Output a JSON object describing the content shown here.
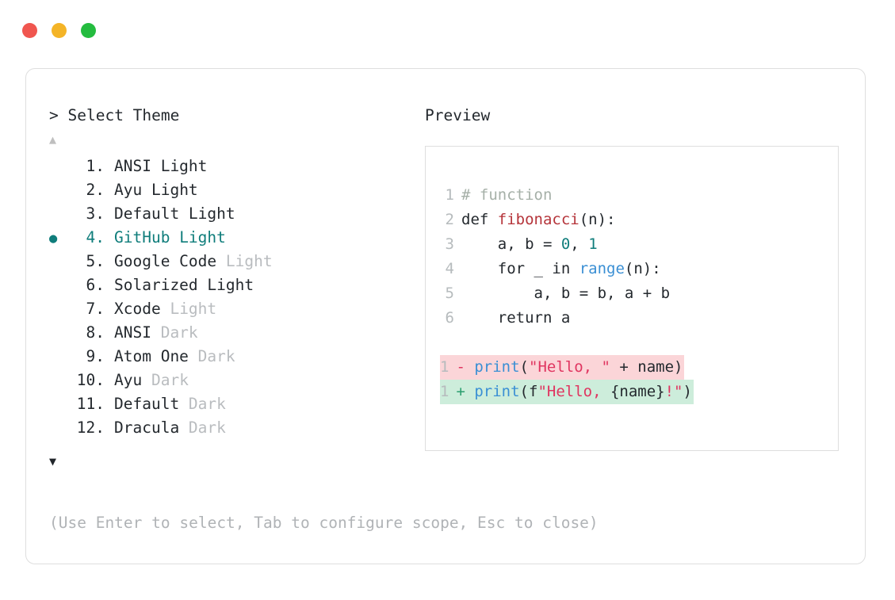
{
  "window": {
    "dots": [
      {
        "name": "close",
        "color": "#f0564f"
      },
      {
        "name": "minimize",
        "color": "#f4b427"
      },
      {
        "name": "maximize",
        "color": "#24bc3f"
      }
    ]
  },
  "selector": {
    "prompt_caret": ">",
    "title": "Select Theme",
    "scroll_up_arrow": "▲",
    "scroll_down_arrow": "▼",
    "selected_bullet": "●",
    "selected_index": 4,
    "items": [
      {
        "num": "1.",
        "name": "ANSI",
        "suffix": "Light",
        "suffix_dim": false,
        "selected": false
      },
      {
        "num": "2.",
        "name": "Ayu",
        "suffix": "Light",
        "suffix_dim": false,
        "selected": false
      },
      {
        "num": "3.",
        "name": "Default",
        "suffix": "Light",
        "suffix_dim": false,
        "selected": false
      },
      {
        "num": "4.",
        "name": "GitHub",
        "suffix": "Light",
        "suffix_dim": false,
        "selected": true
      },
      {
        "num": "5.",
        "name": "Google Code",
        "suffix": "Light",
        "suffix_dim": true,
        "selected": false
      },
      {
        "num": "6.",
        "name": "Solarized",
        "suffix": "Light",
        "suffix_dim": false,
        "selected": false
      },
      {
        "num": "7.",
        "name": "Xcode",
        "suffix": "Light",
        "suffix_dim": true,
        "selected": false
      },
      {
        "num": "8.",
        "name": "ANSI",
        "suffix": "Dark",
        "suffix_dim": true,
        "selected": false
      },
      {
        "num": "9.",
        "name": "Atom One",
        "suffix": "Dark",
        "suffix_dim": true,
        "selected": false
      },
      {
        "num": "10.",
        "name": "Ayu",
        "suffix": "Dark",
        "suffix_dim": true,
        "selected": false
      },
      {
        "num": "11.",
        "name": "Default",
        "suffix": "Dark",
        "suffix_dim": true,
        "selected": false
      },
      {
        "num": "12.",
        "name": "Dracula",
        "suffix": "Dark",
        "suffix_dim": true,
        "selected": false
      }
    ],
    "hint": "(Use Enter to select, Tab to configure scope, Esc to close)"
  },
  "preview": {
    "title": "Preview",
    "code_lines": [
      {
        "ln": "1",
        "tokens": [
          {
            "t": "# function",
            "c": "comment"
          }
        ]
      },
      {
        "ln": "2",
        "tokens": [
          {
            "t": "def ",
            "c": "kw"
          },
          {
            "t": "fibonacci",
            "c": "fnname"
          },
          {
            "t": "(n):",
            "c": "plain"
          }
        ]
      },
      {
        "ln": "3",
        "tokens": [
          {
            "t": "    a, b = ",
            "c": "plain"
          },
          {
            "t": "0",
            "c": "num"
          },
          {
            "t": ", ",
            "c": "plain"
          },
          {
            "t": "1",
            "c": "num"
          }
        ]
      },
      {
        "ln": "4",
        "tokens": [
          {
            "t": "    for _ in ",
            "c": "plain"
          },
          {
            "t": "range",
            "c": "builtin"
          },
          {
            "t": "(n):",
            "c": "plain"
          }
        ]
      },
      {
        "ln": "5",
        "tokens": [
          {
            "t": "        a, b = b, a + b",
            "c": "plain"
          }
        ]
      },
      {
        "ln": "6",
        "tokens": [
          {
            "t": "    return a",
            "c": "plain"
          }
        ]
      }
    ],
    "diff_lines": [
      {
        "ln": "1",
        "kind": "del",
        "sign": "-",
        "tokens": [
          {
            "t": "print",
            "c": "builtin"
          },
          {
            "t": "(",
            "c": "plain"
          },
          {
            "t": "\"Hello, \"",
            "c": "str"
          },
          {
            "t": " + name)",
            "c": "plain"
          }
        ]
      },
      {
        "ln": "1",
        "kind": "add",
        "sign": "+",
        "tokens": [
          {
            "t": "print",
            "c": "builtin"
          },
          {
            "t": "(f",
            "c": "plain"
          },
          {
            "t": "\"Hello, ",
            "c": "str"
          },
          {
            "t": "{name}",
            "c": "plain"
          },
          {
            "t": "!\"",
            "c": "str"
          },
          {
            "t": ")",
            "c": "plain"
          }
        ]
      }
    ]
  },
  "colors": {
    "accent_teal": "#0f7d7b",
    "dim_gray": "#b9bcbf",
    "text": "#24292e",
    "diff_del_bg": "#fbd5d8",
    "diff_add_bg": "#cdeddb",
    "string": "#e03560",
    "builtin_blue": "#3a8fd4",
    "fn_red": "#b5343a"
  }
}
